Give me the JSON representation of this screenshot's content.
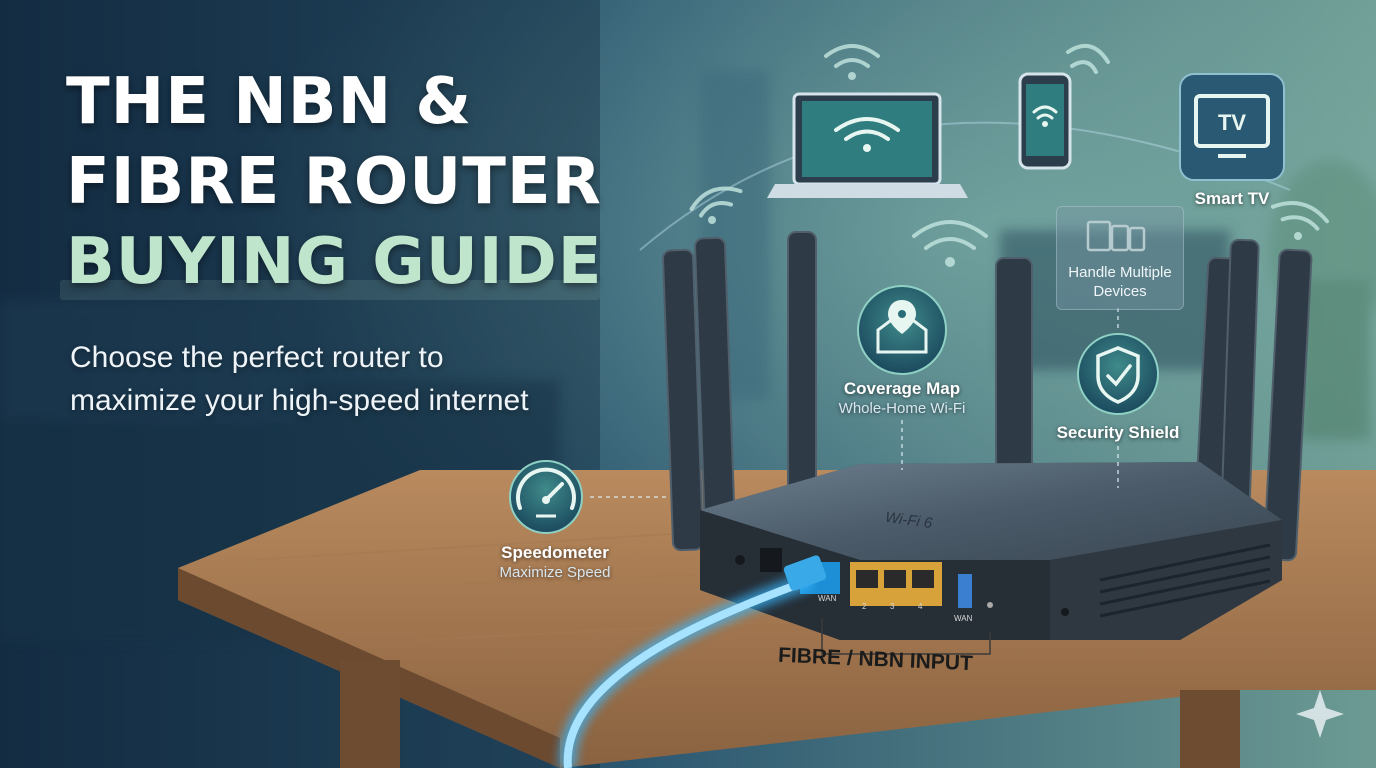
{
  "headline": {
    "line1": "THE NBN &",
    "line2": "FIBRE ROUTER",
    "line3": "BUYING GUIDE"
  },
  "subtitle": "Choose the perfect router to maximize your high-speed internet",
  "features": {
    "speedometer": {
      "title": "Speedometer",
      "subtitle": "Maximize Speed"
    },
    "coverage": {
      "title": "Coverage Map",
      "subtitle": "Whole-Home Wi-Fi"
    },
    "multi_device": {
      "subtitle": "Handle Multiple Devices"
    },
    "security": {
      "title": "Security Shield"
    },
    "smart_tv": {
      "title": "Smart TV",
      "icon_text": "TV"
    }
  },
  "router": {
    "badge": "Wi-Fi 6",
    "ports": {
      "wan": "WAN",
      "p2": "2",
      "p3": "3",
      "p4": "4",
      "wan2": "WAN"
    },
    "input_label": "FIBRE / NBN INPUT"
  },
  "icons": [
    "laptop-icon",
    "smartphone-icon",
    "tv-icon",
    "speedometer-icon",
    "map-pin-icon",
    "devices-icon",
    "shield-check-icon",
    "wifi-icon",
    "sparkle-icon"
  ],
  "colors": {
    "accent_green": "#bfe6cd",
    "cable_blue": "#39b8ff",
    "icon_teal": "#1f5f73"
  }
}
